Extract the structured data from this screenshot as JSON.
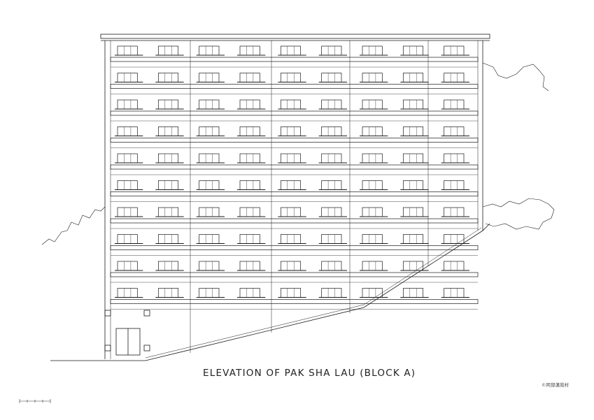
{
  "drawing": {
    "title": "ELEVATION OF PAK SHA LAU (BLOCK A)",
    "credit": "©阿部漢苑村",
    "storeys_drawn": 10,
    "bays_per_floor": 9
  },
  "colors": {
    "ink": "#1a1a1a",
    "paper": "#ffffff"
  }
}
